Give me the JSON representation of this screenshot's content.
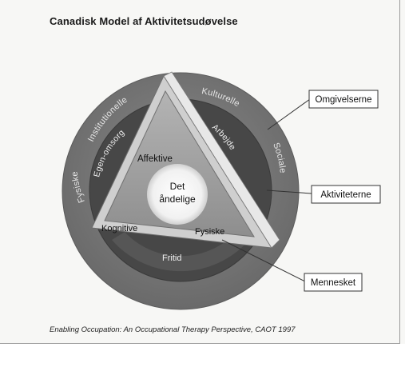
{
  "title": "Canadisk Model af Aktivitetsudøvelse",
  "source": "Enabling Occupation: An Occupational Therapy Perspective, CAOT 1997",
  "outer_ring": {
    "labels": [
      "Institutionelle",
      "Kulturelle",
      "Fysiske",
      "Sociale"
    ]
  },
  "middle_ring": {
    "labels": [
      "Egen-omsorg",
      "Arbejde",
      "Fritid"
    ]
  },
  "triangle": {
    "labels": [
      "Affektive",
      "Kognitive",
      "Fysiske"
    ]
  },
  "center": {
    "line1": "Det",
    "line2": "åndelige"
  },
  "callouts": [
    "Omgivelserne",
    "Aktiviteterne",
    "Mennesket"
  ],
  "colors": {
    "outer_ring": "#7a7a7a",
    "middle_ring": "#4a4a4a",
    "triangle": "#9c9c9c",
    "triangle_frame": "#dcdcdc",
    "center": "#f4f4f4"
  }
}
